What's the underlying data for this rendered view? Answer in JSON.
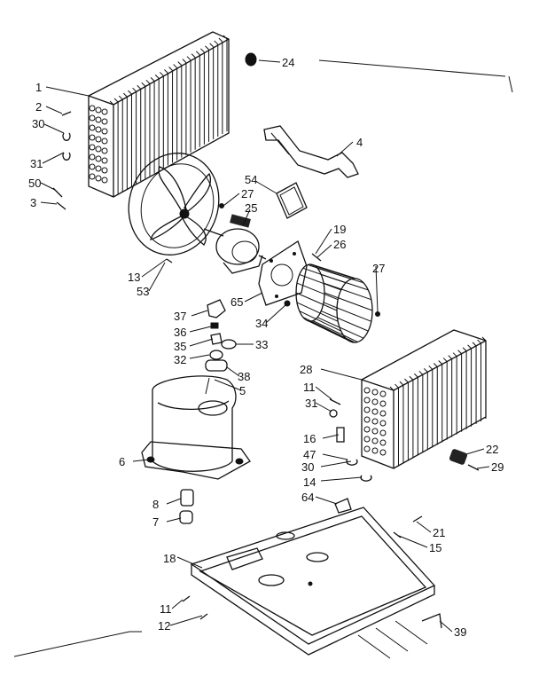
{
  "part_labels": [
    "1",
    "2",
    "30",
    "31",
    "50",
    "3",
    "24",
    "4",
    "54",
    "27",
    "25",
    "19",
    "26",
    "27",
    "13",
    "53",
    "65",
    "34",
    "37",
    "36",
    "35",
    "33",
    "32",
    "38",
    "5",
    "28",
    "11",
    "31",
    "16",
    "47",
    "30",
    "14",
    "22",
    "29",
    "6",
    "8",
    "7",
    "64",
    "18",
    "21",
    "15",
    "11",
    "12",
    "39"
  ],
  "colors": {
    "ink": "#111111",
    "paper": "#ffffff"
  }
}
